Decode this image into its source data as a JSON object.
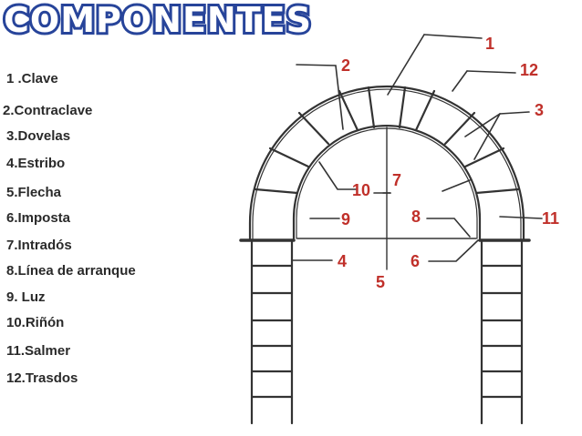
{
  "title": "COMPONENTES",
  "legend": [
    "1 .Clave",
    "2.Contraclave",
    "3.Dovelas",
    "4.Estribo",
    "5.Flecha",
    "6.Imposta",
    "7.Intradós",
    "8.Línea de arranque",
    "9. Luz",
    "10.Riñón",
    "11.Salmer",
    "12.Trasdos"
  ],
  "callouts": [
    "1",
    "2",
    "12",
    "3",
    "7",
    "10",
    "9",
    "8",
    "11",
    "4",
    "6",
    "5"
  ],
  "colors": {
    "title": "#27449a",
    "callout": "#c0302a",
    "text": "#2a2a2a",
    "ink": "#333333"
  }
}
